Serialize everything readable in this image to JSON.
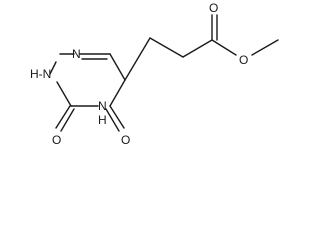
{
  "labels": {
    "nh_ring": "H-N",
    "n_ring_top": "N",
    "n_ring_bottom": "N",
    "nh_bottom_h": "H",
    "o_left": "O",
    "o_right": "O",
    "o_carbonyl": "O",
    "o_ester": "O"
  }
}
